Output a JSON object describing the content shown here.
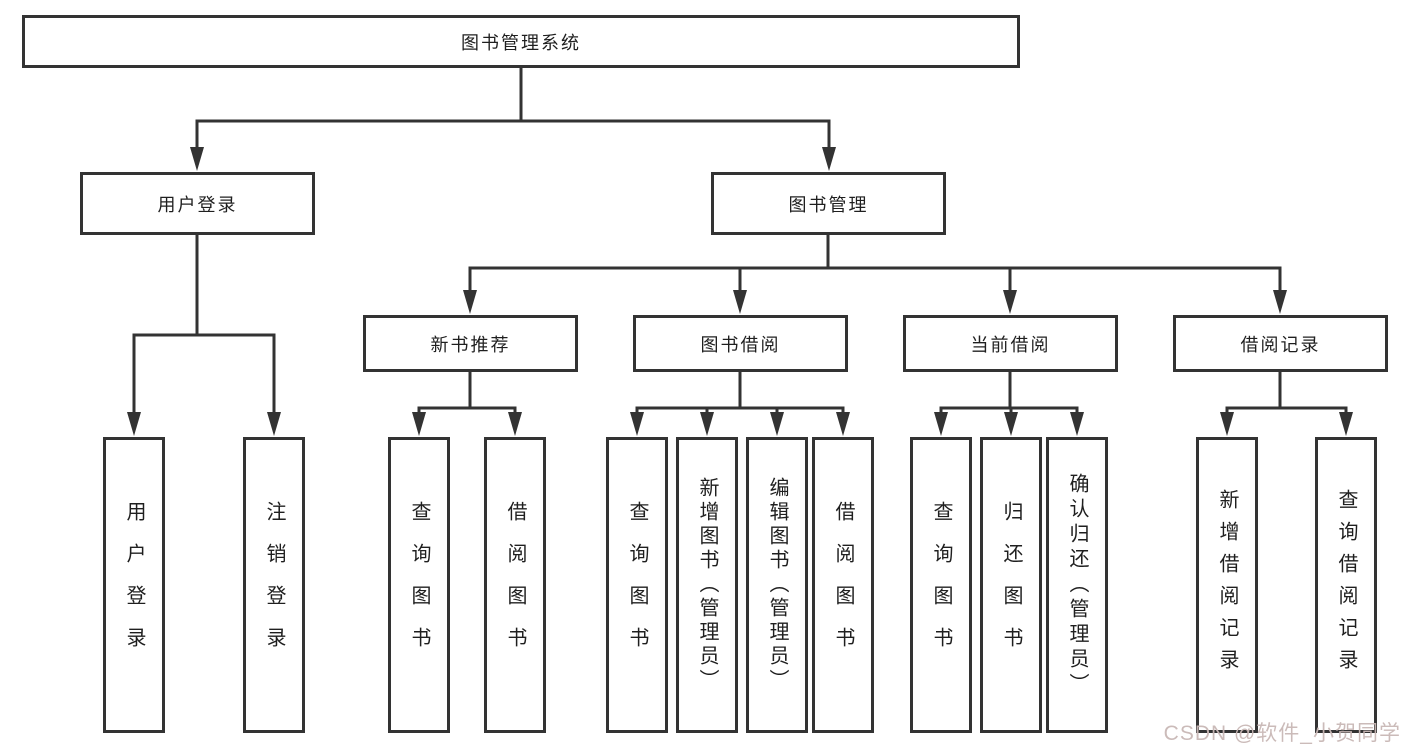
{
  "tree": {
    "root": "图书管理系统",
    "branches": [
      {
        "label": "用户登录",
        "children": [
          "用户登录",
          "注销登录"
        ]
      },
      {
        "label": "图书管理",
        "sections": [
          {
            "label": "新书推荐",
            "children": [
              "查询图书",
              "借阅图书"
            ]
          },
          {
            "label": "图书借阅",
            "children": [
              "查询图书",
              "新增图书（管理员）",
              "编辑图书（管理员）",
              "借阅图书"
            ]
          },
          {
            "label": "当前借阅",
            "children": [
              "查询图书",
              "归还图书",
              "确认归还（管理员）"
            ]
          },
          {
            "label": "借阅记录",
            "children": [
              "新增借阅记录",
              "查询借阅记录"
            ]
          }
        ]
      }
    ]
  },
  "watermark": "CSDN @软件_小贺同学",
  "colors": {
    "line": "#333333",
    "text": "#1f1f1f",
    "background": "#ffffff",
    "watermark": "#c9b8b6"
  }
}
